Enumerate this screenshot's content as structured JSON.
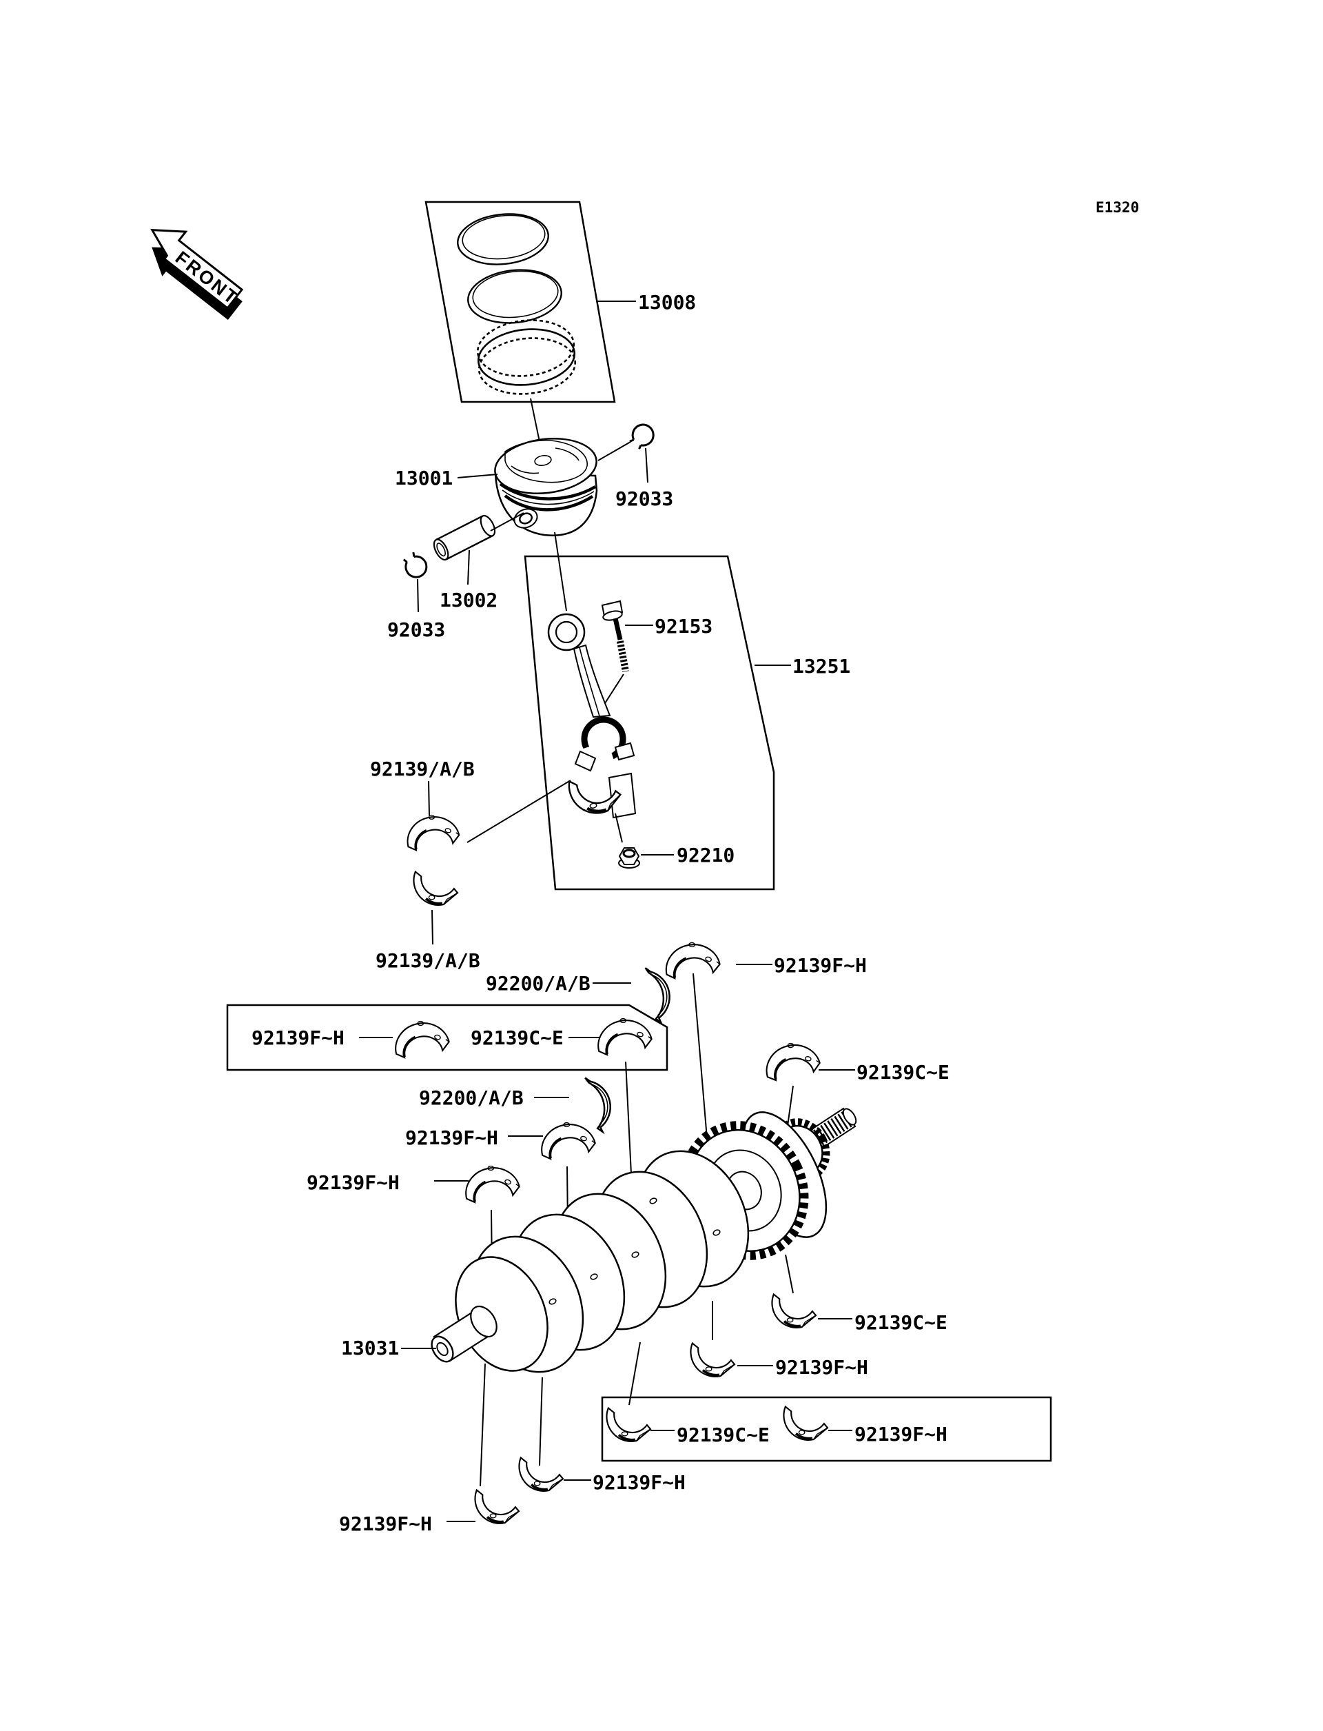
{
  "page": {
    "drawing_code": "E1320",
    "front_label": "FRONT"
  },
  "parts": {
    "piston_ring_set": "13008",
    "piston": "13001",
    "piston_pin_clip": "92033",
    "piston_pin": "13002",
    "connecting_rod_bolt": "92153",
    "connecting_rod": "13251",
    "connecting_rod_bearing": "92139/A/B",
    "connecting_rod_nut": "92210",
    "main_bearing_fh": "92139F~H",
    "thrust_washer": "92200/A/B",
    "main_bearing_ce": "92139C~E",
    "crankshaft": "13031"
  }
}
